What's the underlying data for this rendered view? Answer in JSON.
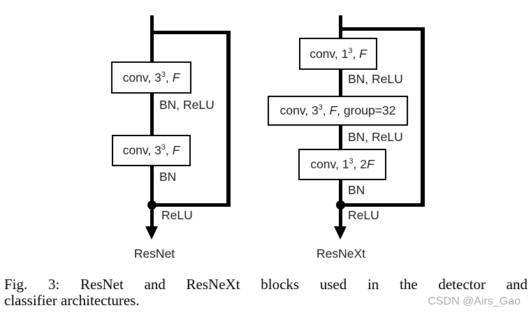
{
  "diagrams": [
    {
      "name": "ResNet",
      "boxes": [
        {
          "segments": [
            {
              "t": "conv, 3"
            },
            {
              "t": "3",
              "sup": true
            },
            {
              "t": ", "
            },
            {
              "t": "F",
              "i": true
            }
          ]
        },
        {
          "segments": [
            {
              "t": "conv, 3"
            },
            {
              "t": "3",
              "sup": true
            },
            {
              "t": ", "
            },
            {
              "t": "F",
              "i": true
            }
          ]
        }
      ],
      "edge_labels": {
        "after_conv1": "BN, ReLU",
        "after_conv2": "BN",
        "after_add": "ReLU"
      }
    },
    {
      "name": "ResNeXt",
      "boxes": [
        {
          "segments": [
            {
              "t": "conv, 1"
            },
            {
              "t": "3",
              "sup": true
            },
            {
              "t": ", "
            },
            {
              "t": "F",
              "i": true
            }
          ]
        },
        {
          "segments": [
            {
              "t": "conv, 3"
            },
            {
              "t": "3",
              "sup": true
            },
            {
              "t": ", "
            },
            {
              "t": "F",
              "i": true
            },
            {
              "t": ", group=32"
            }
          ]
        },
        {
          "segments": [
            {
              "t": "conv, 1"
            },
            {
              "t": "3",
              "sup": true
            },
            {
              "t": ", 2"
            },
            {
              "t": "F",
              "i": true
            }
          ]
        }
      ],
      "edge_labels": {
        "after_conv1": "BN, ReLU",
        "after_conv2": "BN, ReLU",
        "after_conv3": "BN",
        "after_add": "ReLU"
      }
    }
  ],
  "caption": {
    "line1": "Fig. 3: ResNet and ResNeXt blocks used in the detector and",
    "line2": "classifier architectures."
  },
  "watermark": "CSDN @Airs_Gao",
  "colors": {
    "line": "#000000",
    "box_border": "#000000",
    "box_fill": "#ffffff",
    "text": "#000000",
    "watermark": "#aaaaaa"
  }
}
